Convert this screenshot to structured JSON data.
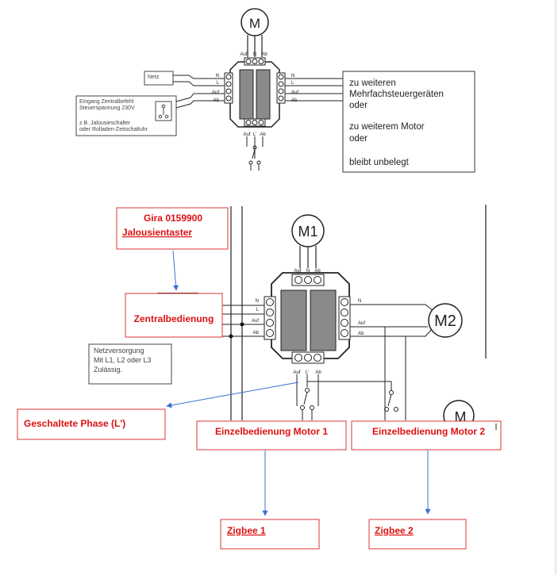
{
  "top_diagram": {
    "motor_label": "M",
    "terminal_top": [
      "Auf",
      "N",
      "Ab"
    ],
    "terminal_left": [
      "N",
      "L",
      "Auf",
      "Ab"
    ],
    "terminal_right": [
      "N",
      "L",
      "Auf",
      "Ab"
    ],
    "terminal_bottom": [
      "Auf",
      "L'",
      "Ab"
    ],
    "netz_label": "Netz",
    "input_box": [
      "Eingang Zentralbefehl",
      "Steuerspannung 230V",
      "z.B. Jalousieschalter",
      "oder Rolladen-Zeitschaltuhr"
    ],
    "right_box": [
      "zu weiteren",
      "Mehrfachsteuergeräten",
      "oder",
      "zu weiterem Motor",
      "oder",
      "bleibt unbelegt"
    ]
  },
  "bottom_diagram": {
    "motor1_label": "M1",
    "motor2_label": "M2",
    "motor3_label": "M",
    "terminal_top": [
      "Auf",
      "N",
      "Ab"
    ],
    "terminal_left": [
      "N",
      "L",
      "Auf",
      "Ab"
    ],
    "terminal_right": [
      "N",
      "Auf",
      "Ab"
    ],
    "terminal_bottom": [
      "Auf",
      "L'",
      "Ab"
    ],
    "supply_note": [
      "Netzversorgung",
      "Mit L1, L2 oder L3",
      "Zulässig."
    ]
  },
  "annotations": {
    "gira_line1": "Gira 0159900",
    "gira_line2": "Jalousientaster",
    "central": "Zentralbedienung",
    "switched_phase": "Geschaltete Phase (L')",
    "single_motor1": "Einzelbedienung Motor 1",
    "single_motor2": "Einzelbedienung Motor 2",
    "zigbee1": "Zigbee 1",
    "zigbee2": "Zigbee 2"
  }
}
